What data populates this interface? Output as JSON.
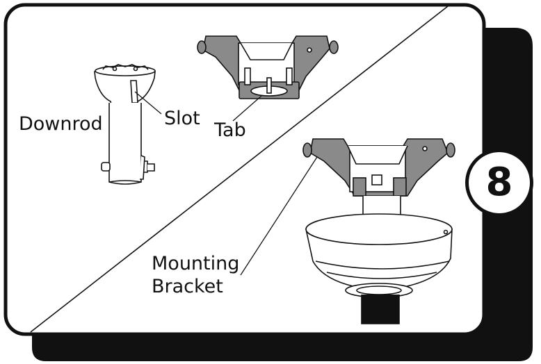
{
  "step": {
    "number": "8"
  },
  "labels": {
    "downrod": "Downrod",
    "slot": "Slot",
    "tab": "Tab",
    "mounting_bracket_line1": "Mounting",
    "mounting_bracket_line2": "Bracket"
  },
  "colors": {
    "outline": "#111111",
    "shadow": "#111111",
    "bracket_fill": "#8a8a8a",
    "background": "#ffffff"
  }
}
